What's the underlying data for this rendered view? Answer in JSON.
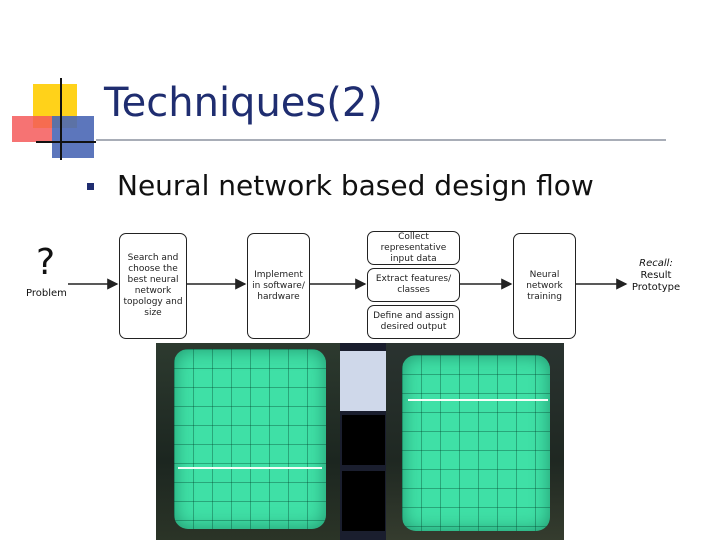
{
  "slide": {
    "title": "Techniques(2)",
    "bullet": "Neural network based design flow"
  },
  "diagram": {
    "start_symbol": "?",
    "start_label": "Problem",
    "steps": [
      "Search and choose the best neural network topology and size",
      "Implement in software/ hardware",
      "Collect representative input data",
      "Extract features/ classes",
      "Define and assign desired output",
      "Neural network training"
    ],
    "end_label_italic": "Recall:",
    "end_label_rest": "Result Prototype"
  },
  "colors": {
    "title": "#1f2d70",
    "screen": "#3fe0a6",
    "accent_yellow": "#ffd21a",
    "accent_red": "#f55b5b",
    "accent_blue": "#4a67b5"
  }
}
